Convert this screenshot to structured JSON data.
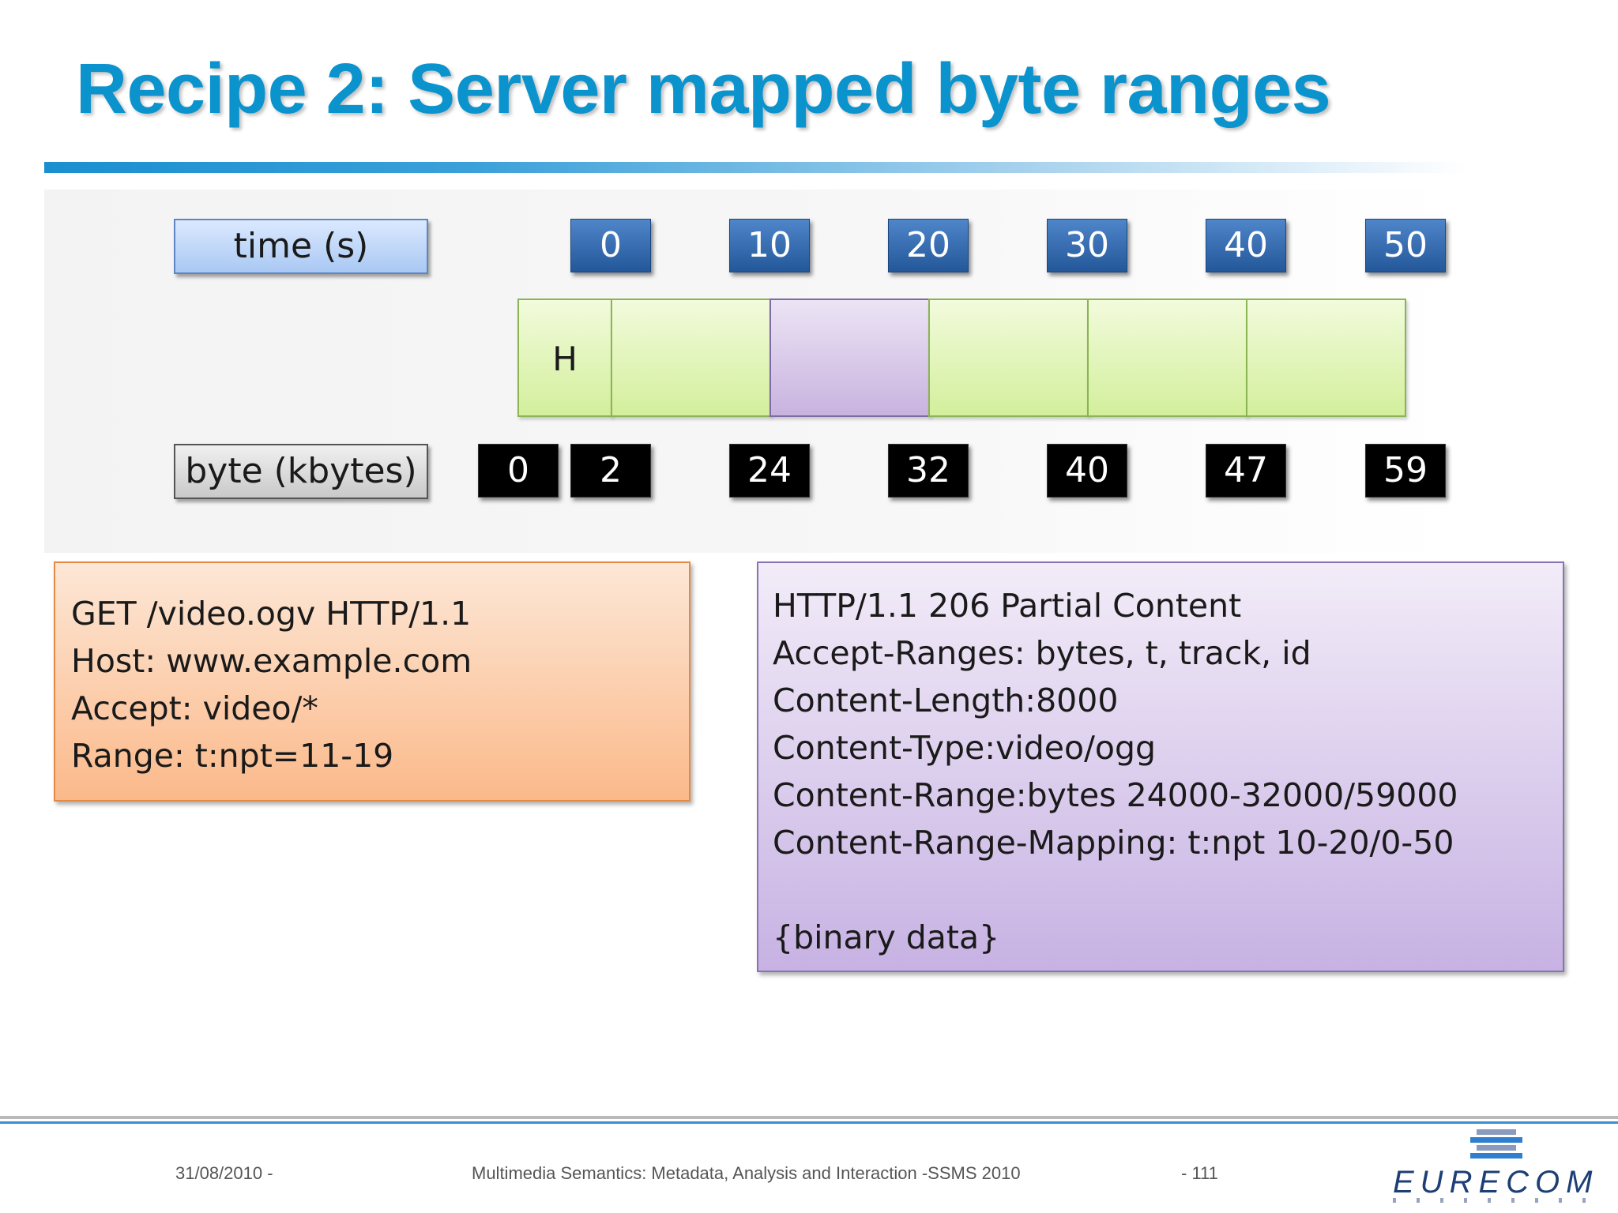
{
  "slide": {
    "title": "Recipe 2: Server mapped byte ranges"
  },
  "diagram": {
    "time_label": "time (s)",
    "byte_label": "byte (kbytes)",
    "time_ticks": [
      "0",
      "10",
      "20",
      "30",
      "40",
      "50"
    ],
    "byte_ticks": [
      "0",
      "2",
      "24",
      "32",
      "40",
      "47",
      "59"
    ],
    "header_segment_label": "H",
    "selected_segment_color": "#c8b3df",
    "segment_color": "#d3ef9c"
  },
  "request": {
    "lines": [
      "GET /video.ogv HTTP/1.1",
      "Host: www.example.com",
      "Accept: video/*",
      "Range: t:npt=11-19"
    ]
  },
  "response": {
    "lines": [
      "HTTP/1.1 206 Partial Content",
      "Accept-Ranges: bytes, t, track, id",
      "Content-Length:8000",
      "Content-Type:video/ogg",
      "Content-Range:bytes 24000-32000/59000",
      "Content-Range-Mapping: t:npt 10-20/0-50"
    ],
    "body": "{binary data}"
  },
  "footer": {
    "date": "31/08/2010 -",
    "event": "Multimedia Semantics: Metadata, Analysis and Interaction -SSMS 2010",
    "page": "- 111",
    "logo_text": "EURECOM"
  }
}
